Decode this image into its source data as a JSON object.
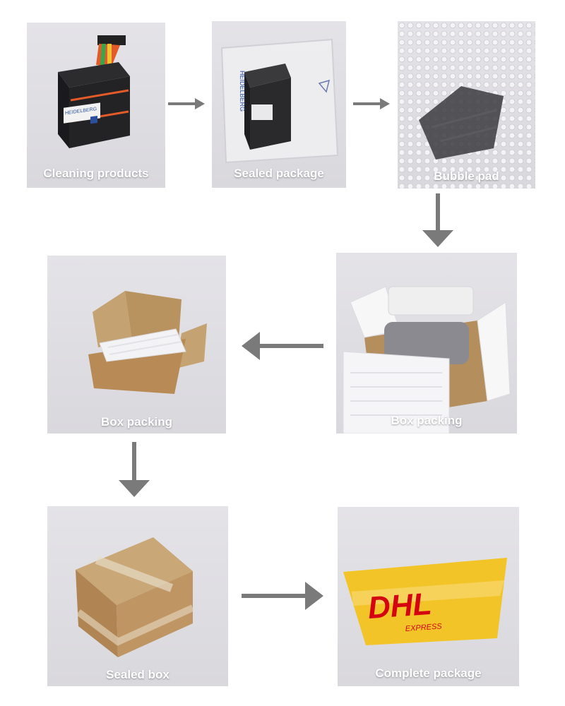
{
  "steps": [
    {
      "id": "cleaning",
      "label": "Cleaning products",
      "icon": "cartridge-product-photo",
      "brand": "HEIDELBERG"
    },
    {
      "id": "sealed-package",
      "label": "Sealed package",
      "icon": "vacuum-sealed-bag-photo",
      "brand": "HEIDELBERG"
    },
    {
      "id": "bubble-pad",
      "label": "Bubble pad",
      "icon": "bubble-wrap-photo"
    },
    {
      "id": "box-packing-foam",
      "label": "Box packing",
      "icon": "foam-lined-box-photo"
    },
    {
      "id": "box-packing-open",
      "label": "Box packing",
      "icon": "open-carton-photo"
    },
    {
      "id": "sealed-box",
      "label": "Sealed box",
      "icon": "taped-carton-photo"
    },
    {
      "id": "complete-package",
      "label": "Complete package",
      "icon": "courier-bag-photo",
      "brand": "DHL",
      "brand_sub": "EXPRESS"
    }
  ],
  "colors": {
    "arrow": "#7a7a7a",
    "caption": "#ffffff",
    "dhl_yellow": "#f3c428",
    "dhl_red": "#d40511"
  }
}
